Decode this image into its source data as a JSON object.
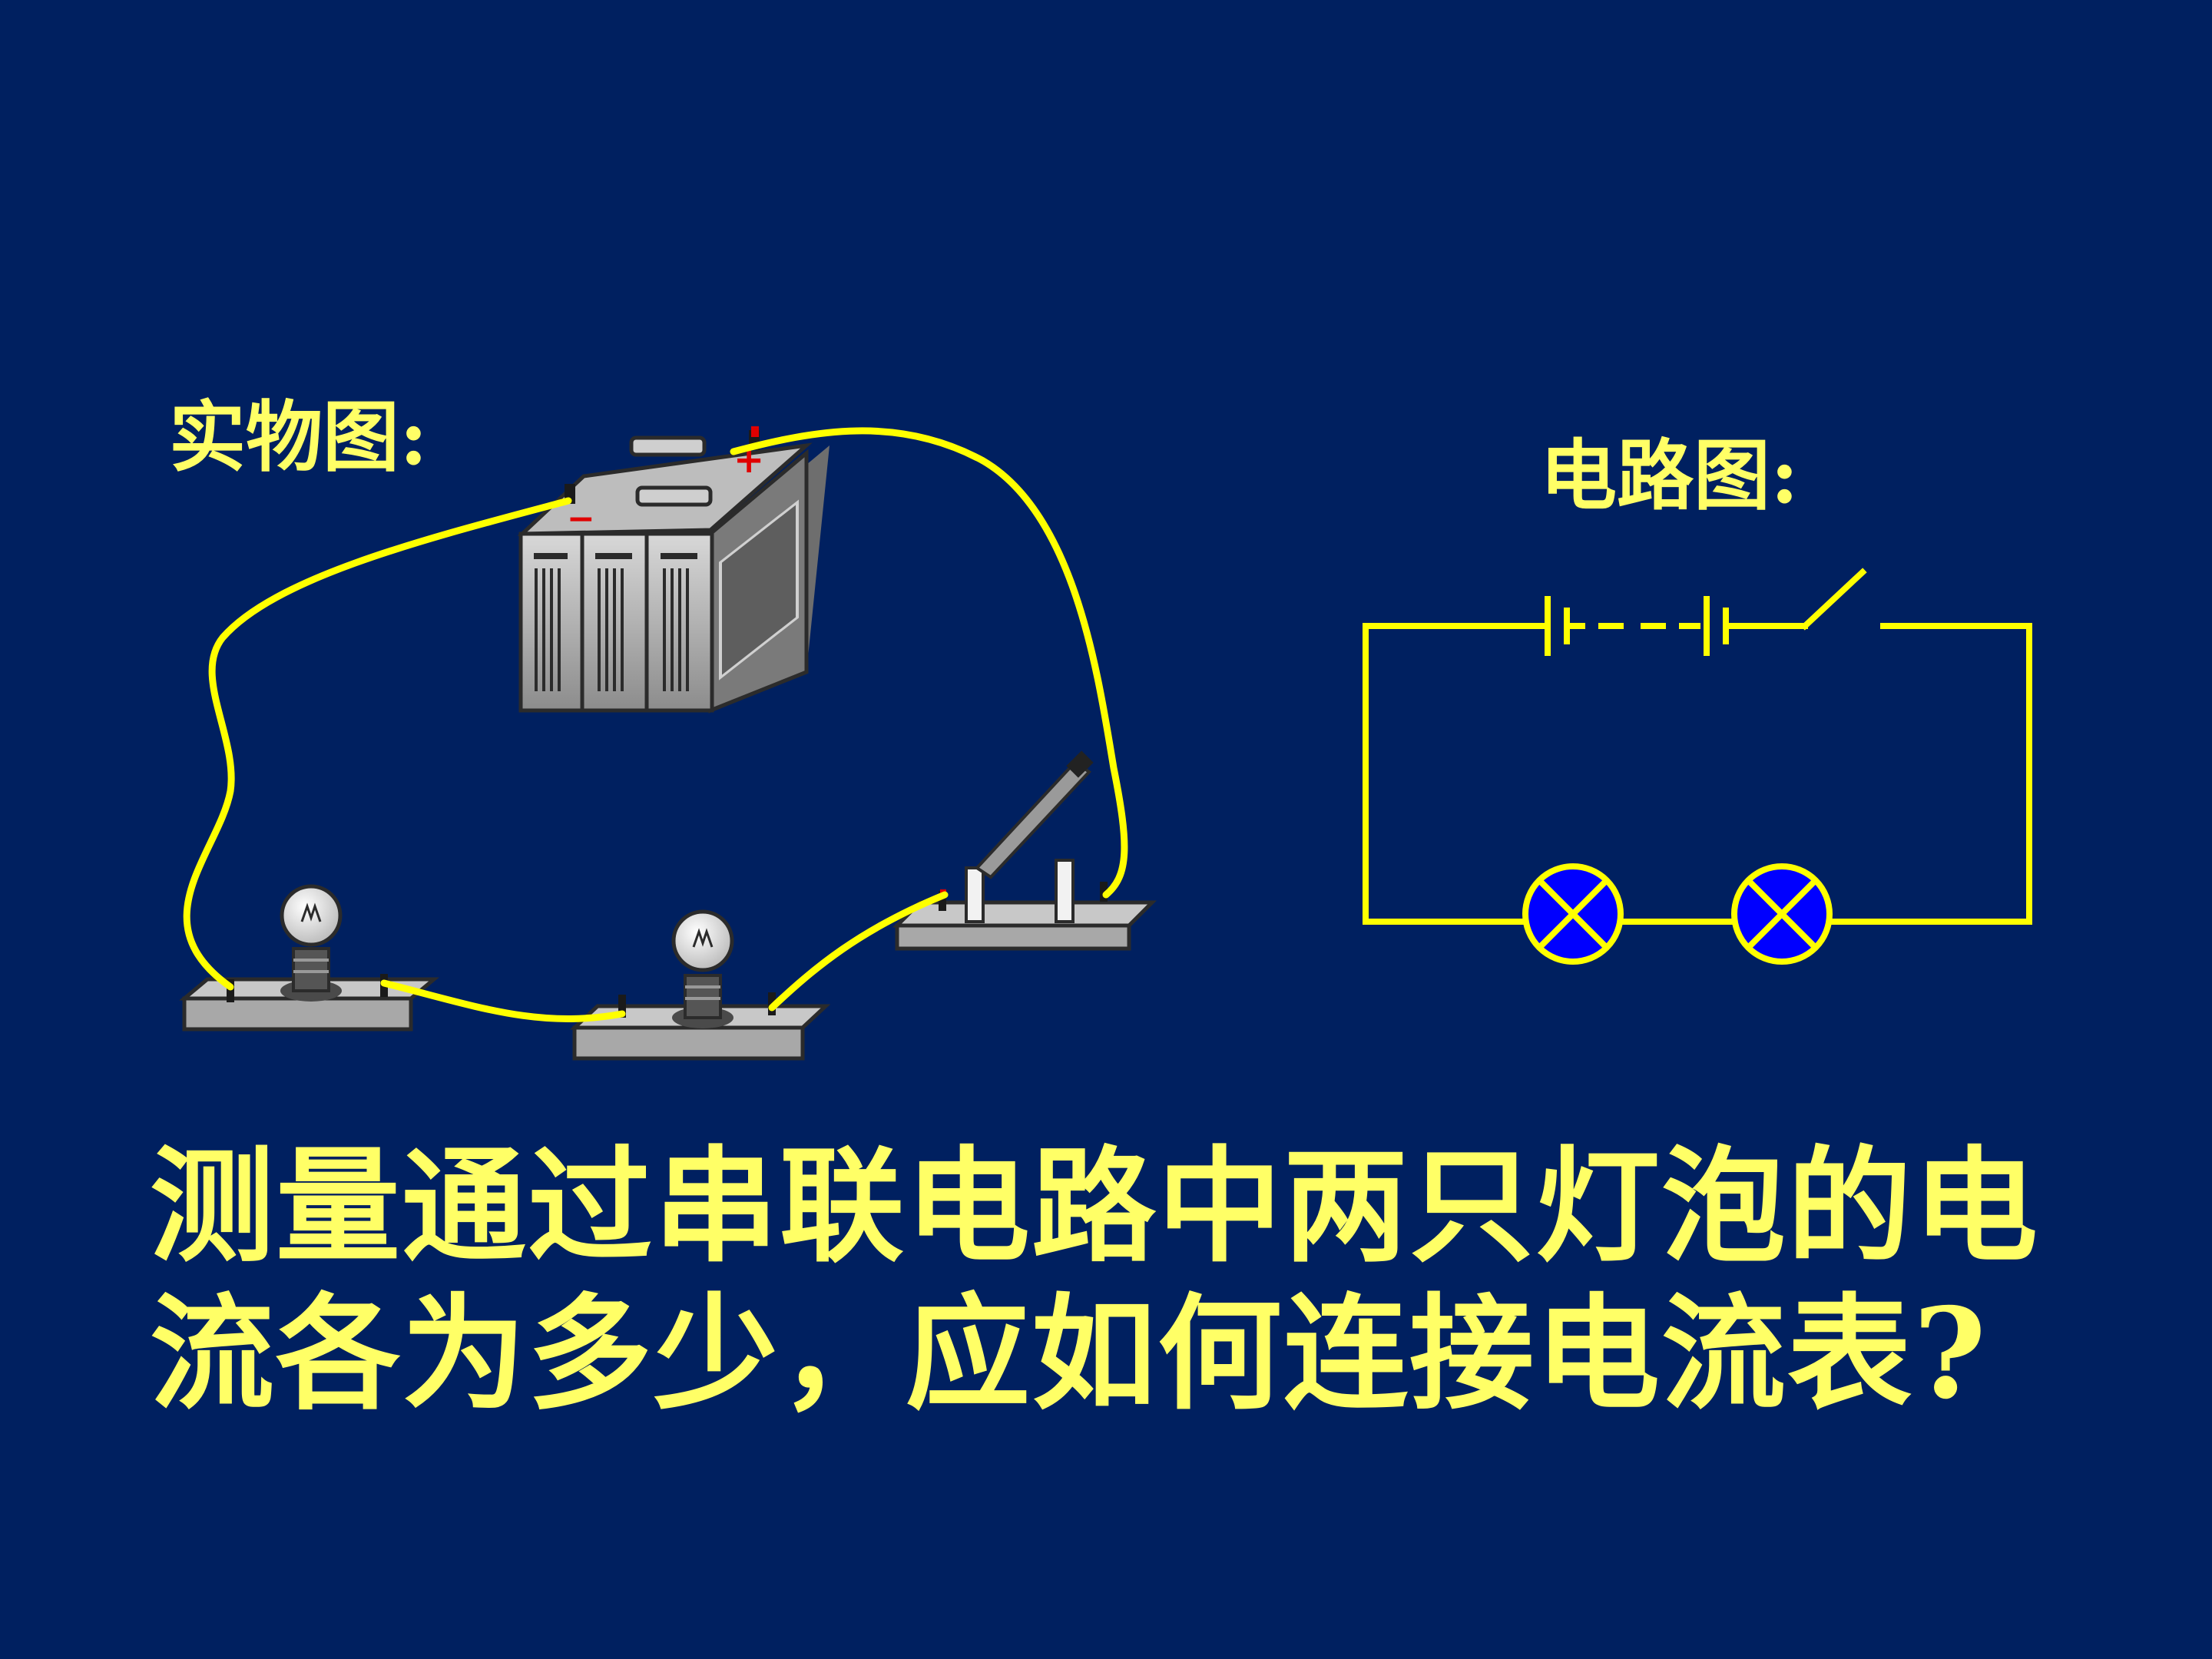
{
  "labels": {
    "physical_diagram": "实物图:",
    "circuit_diagram": "电路图:"
  },
  "question": {
    "line1": "测量通过串联电路中两只灯泡的电",
    "line2": "流各为多少，应如何连接电流表?"
  },
  "apparatus": {
    "battery_terminals": [
      "−",
      "+"
    ]
  },
  "colors": {
    "background": "#002060",
    "text": "#FFFF66",
    "wire": "#FFFF00",
    "lamp_fill": "#0000FF"
  }
}
